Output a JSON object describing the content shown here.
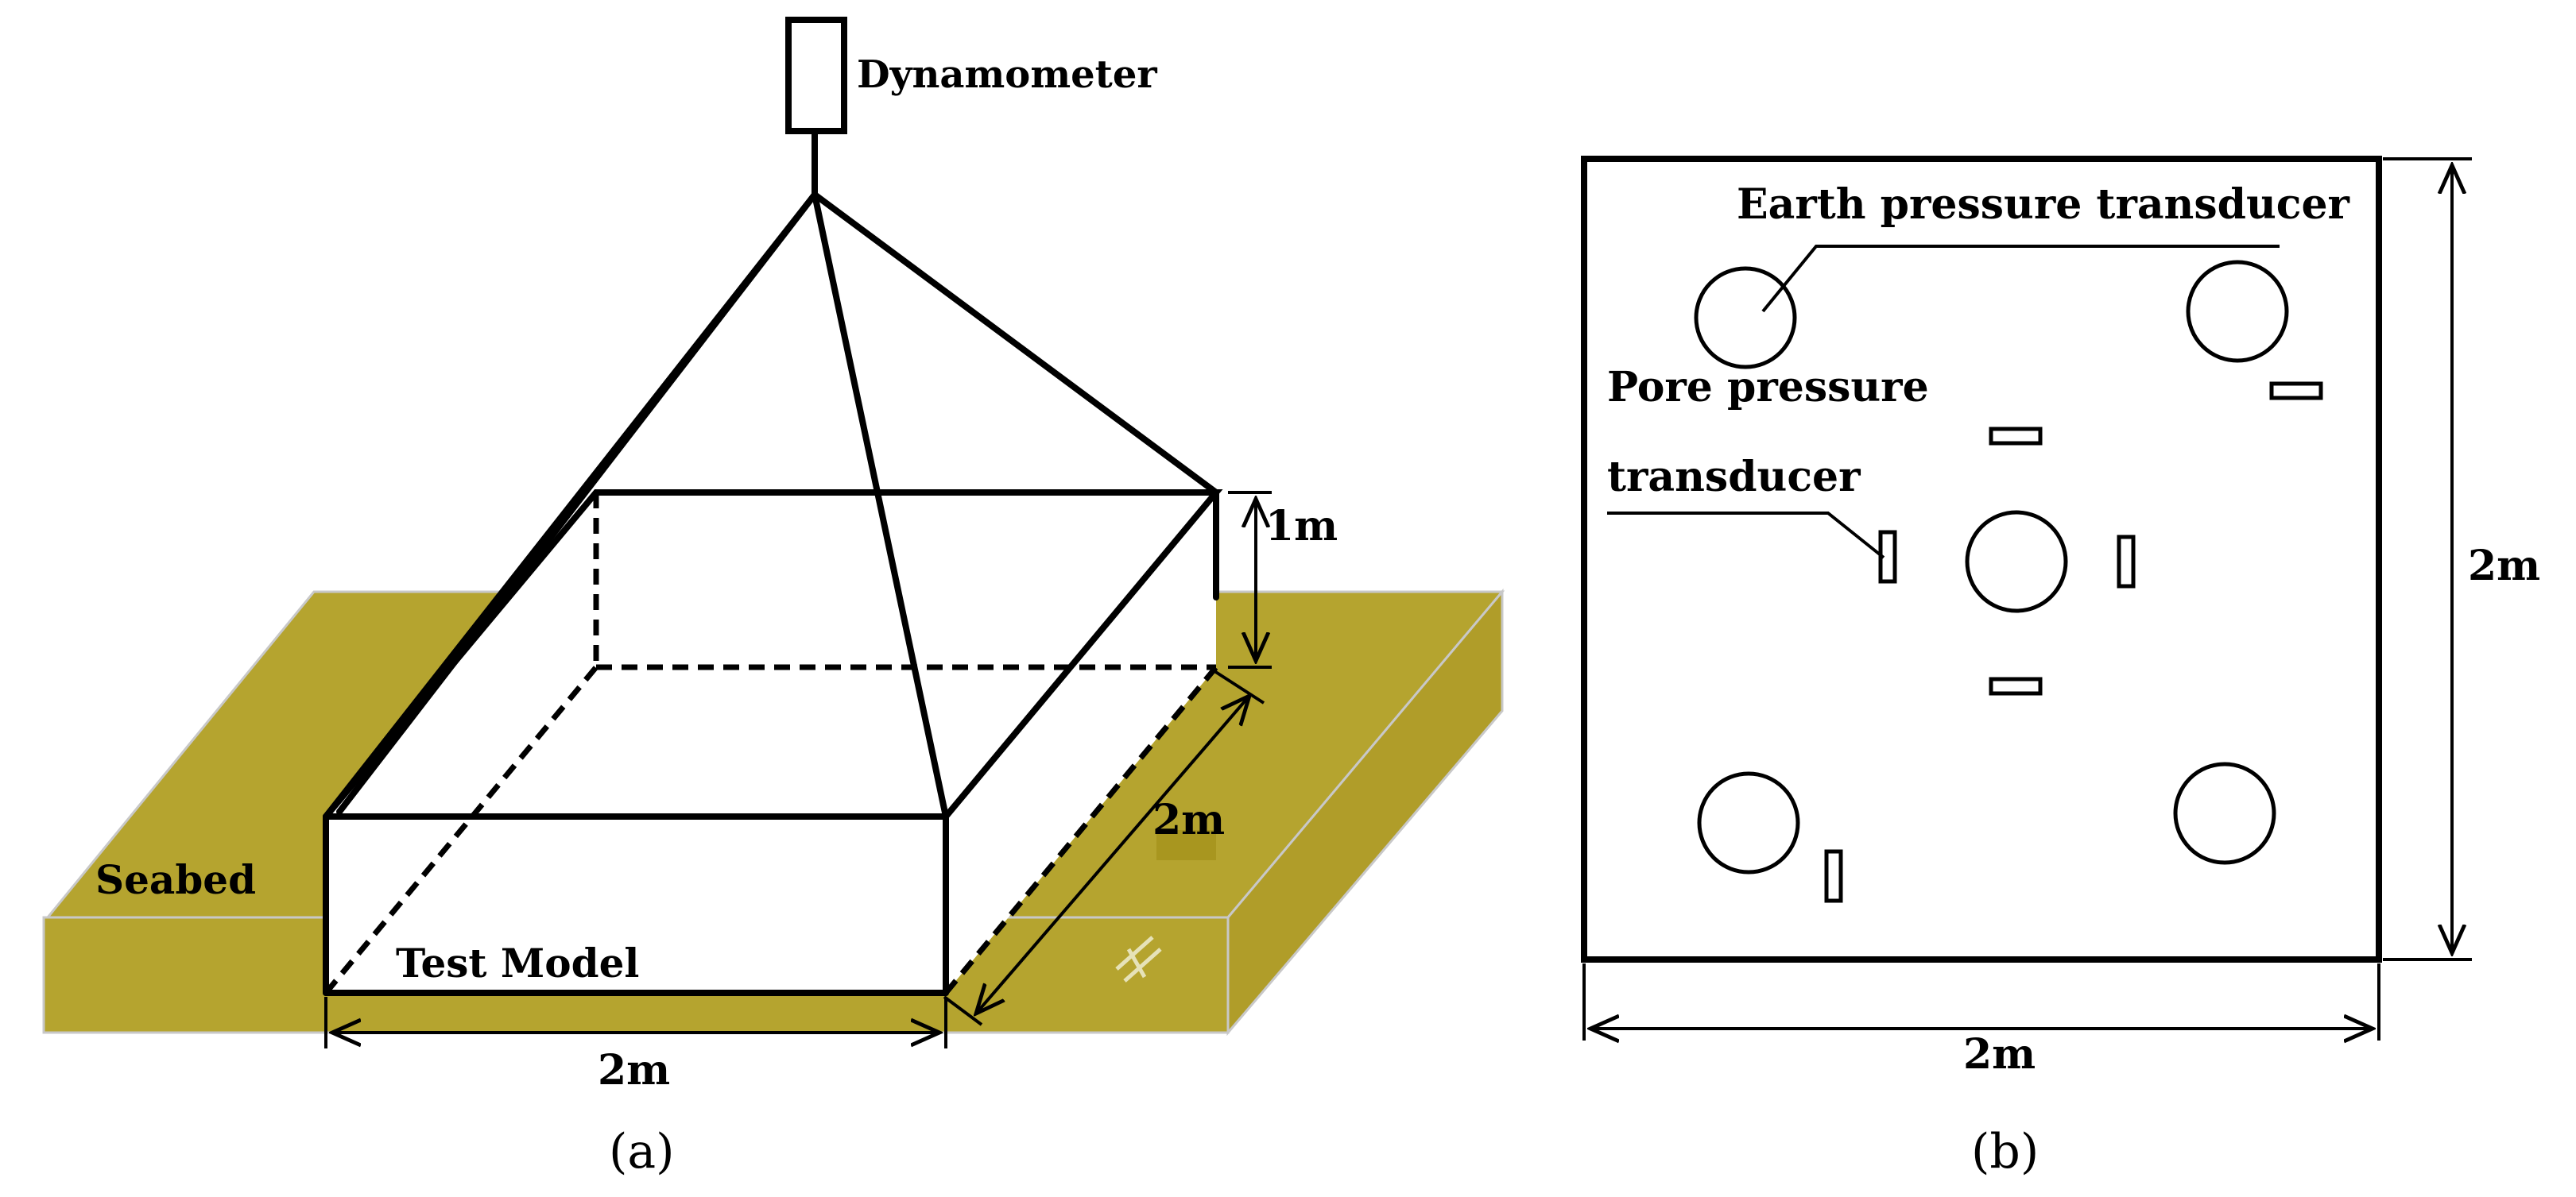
{
  "colors": {
    "seabed": "#b5a42f",
    "seabed_side": "#b09d29",
    "line": "#000000",
    "background": "#ffffff"
  },
  "panel_a": {
    "dynamometer_label": "Dynamometer",
    "height_label": "1m",
    "depth_label": "2m",
    "seabed_label": "Seabed",
    "model_label": "Test Model",
    "width_label": "2m",
    "caption": "(a)"
  },
  "panel_b": {
    "earth_pressure_label": "Earth pressure transducer",
    "pore_pressure_label_line1": "Pore pressure",
    "pore_pressure_label_line2": "transducer",
    "height_label": "2m",
    "width_label": "2m",
    "caption": "(b)"
  }
}
